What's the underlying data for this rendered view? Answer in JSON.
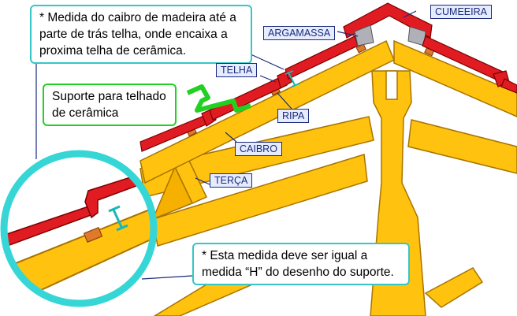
{
  "callouts": {
    "medida_caibro": "* Medida do caibro de madeira até a parte de trás telha, onde encaixa a proxima telha de cerâmica.",
    "suporte": "Suporte para telhado de cerâmica",
    "medida_h": "* Esta medida deve ser igual a medida “H” do desenho do suporte."
  },
  "labels": {
    "cumeeira": "CUMEEIRA",
    "argamassa": "ARGAMASSA",
    "telha": "TELHA",
    "ripa": "RIPA",
    "caibro": "CAIBRO",
    "terca": "TERÇA"
  },
  "colors": {
    "wood": "#ffc20e",
    "wood_edge": "#a87400",
    "tile": "#e11b22",
    "tile_edge": "#7a0000",
    "batten": "#e07a2a",
    "mortar": "#b0b0b8",
    "support": "#22d022",
    "callout_border": "#36c6c6",
    "measure": "#18b7b7",
    "label_bg": "#e5ecff",
    "label_text": "#1b2a7a"
  }
}
